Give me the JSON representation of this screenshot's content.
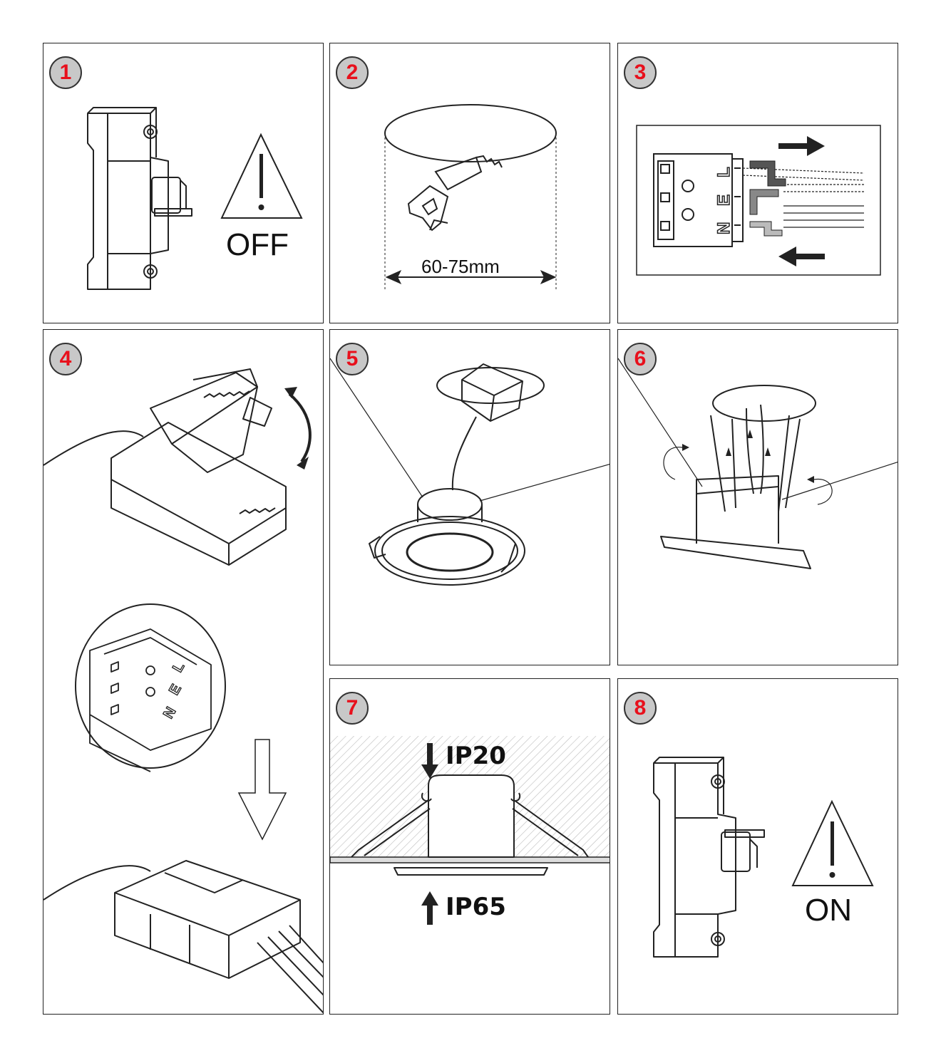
{
  "steps": [
    {
      "number": "1",
      "label": "OFF"
    },
    {
      "number": "2",
      "label": "60-75mm"
    },
    {
      "number": "3"
    },
    {
      "number": "4"
    },
    {
      "number": "5"
    },
    {
      "number": "6"
    },
    {
      "number": "7",
      "top_rating": "IP20",
      "bottom_rating": "IP65"
    },
    {
      "number": "8",
      "label": "ON"
    }
  ],
  "terminal_letters": [
    "L",
    "E",
    "N"
  ],
  "colors": {
    "badge_number": "#e8101c",
    "badge_fill": "#c8c8c8",
    "line": "#222222"
  }
}
